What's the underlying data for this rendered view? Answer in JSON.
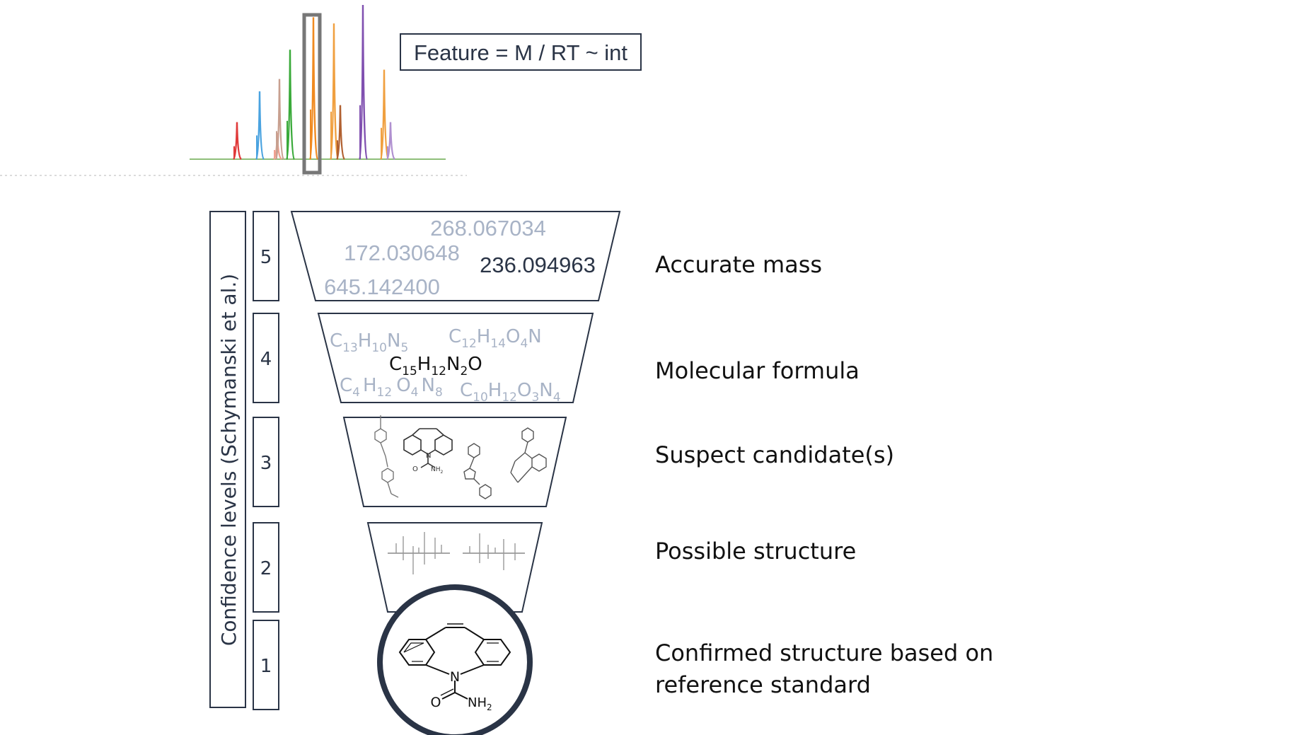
{
  "feature_box": {
    "text": "Feature = M / RT ~ int"
  },
  "chromatogram": {
    "peaks": [
      {
        "color": "#e03a3a",
        "height": 0.24
      },
      {
        "color": "#4aa3e0",
        "height": 0.44
      },
      {
        "color": "#f0a090",
        "height": 0.17
      },
      {
        "color": "#c8a090",
        "height": 0.52
      },
      {
        "color": "#3aaa3a",
        "height": 0.71
      },
      {
        "color": "#f08a20",
        "height": 0.92
      },
      {
        "color": "#f0a040",
        "height": 0.88
      },
      {
        "color": "#b06030",
        "height": 0.35
      },
      {
        "color": "#8050b0",
        "height": 1.0
      },
      {
        "color": "#f0a040",
        "height": 0.58
      },
      {
        "color": "#b090d0",
        "height": 0.24
      }
    ]
  },
  "side_label": "Confidence levels (Schymanski et al.)",
  "levels": [
    {
      "number": "5",
      "label_lines": [
        "Accurate mass"
      ]
    },
    {
      "number": "4",
      "label_lines": [
        "Molecular formula"
      ]
    },
    {
      "number": "3",
      "label_lines": [
        "Suspect candidate(s)"
      ]
    },
    {
      "number": "2",
      "label_lines": [
        "Possible structure"
      ]
    },
    {
      "number": "1",
      "label_lines": [
        "Confirmed structure based on",
        "reference standard"
      ]
    }
  ],
  "masses": {
    "faded": [
      "268.067034",
      "172.030648",
      "645.142400"
    ],
    "main": "236.094963"
  },
  "formulas": {
    "f1": {
      "C": "C",
      "c_sub": "13",
      "H": "H",
      "h_sub": "10",
      "N": "N",
      "n_sub": "5"
    },
    "f2": {
      "C": "C",
      "c_sub": "12",
      "H": "H",
      "h_sub": "14",
      "O": "O",
      "o_sub": "4",
      "N": "N"
    },
    "main": {
      "C": "C",
      "c_sub": "15",
      "H": "H",
      "h_sub": "12",
      "N": "N",
      "n_sub": "2",
      "O": "O"
    },
    "f3": {
      "C": "C",
      "c_sub": "4",
      "H": "H",
      "h_sub": "12",
      "O": "O",
      "o_sub": "4",
      "N": "N",
      "n_sub": "8"
    },
    "f4": {
      "C": "C",
      "c_sub": "10",
      "H": "H",
      "h_sub": "12",
      "O": "O",
      "o_sub": "3",
      "N": "N",
      "n_sub": "4"
    }
  },
  "structure_labels": {
    "N": "N",
    "O": "O",
    "NH2": "NH",
    "sub2": "2"
  },
  "colors": {
    "dark": "#2a3446",
    "faded": "#a8b3c6",
    "highlight_box": "#777777"
  }
}
